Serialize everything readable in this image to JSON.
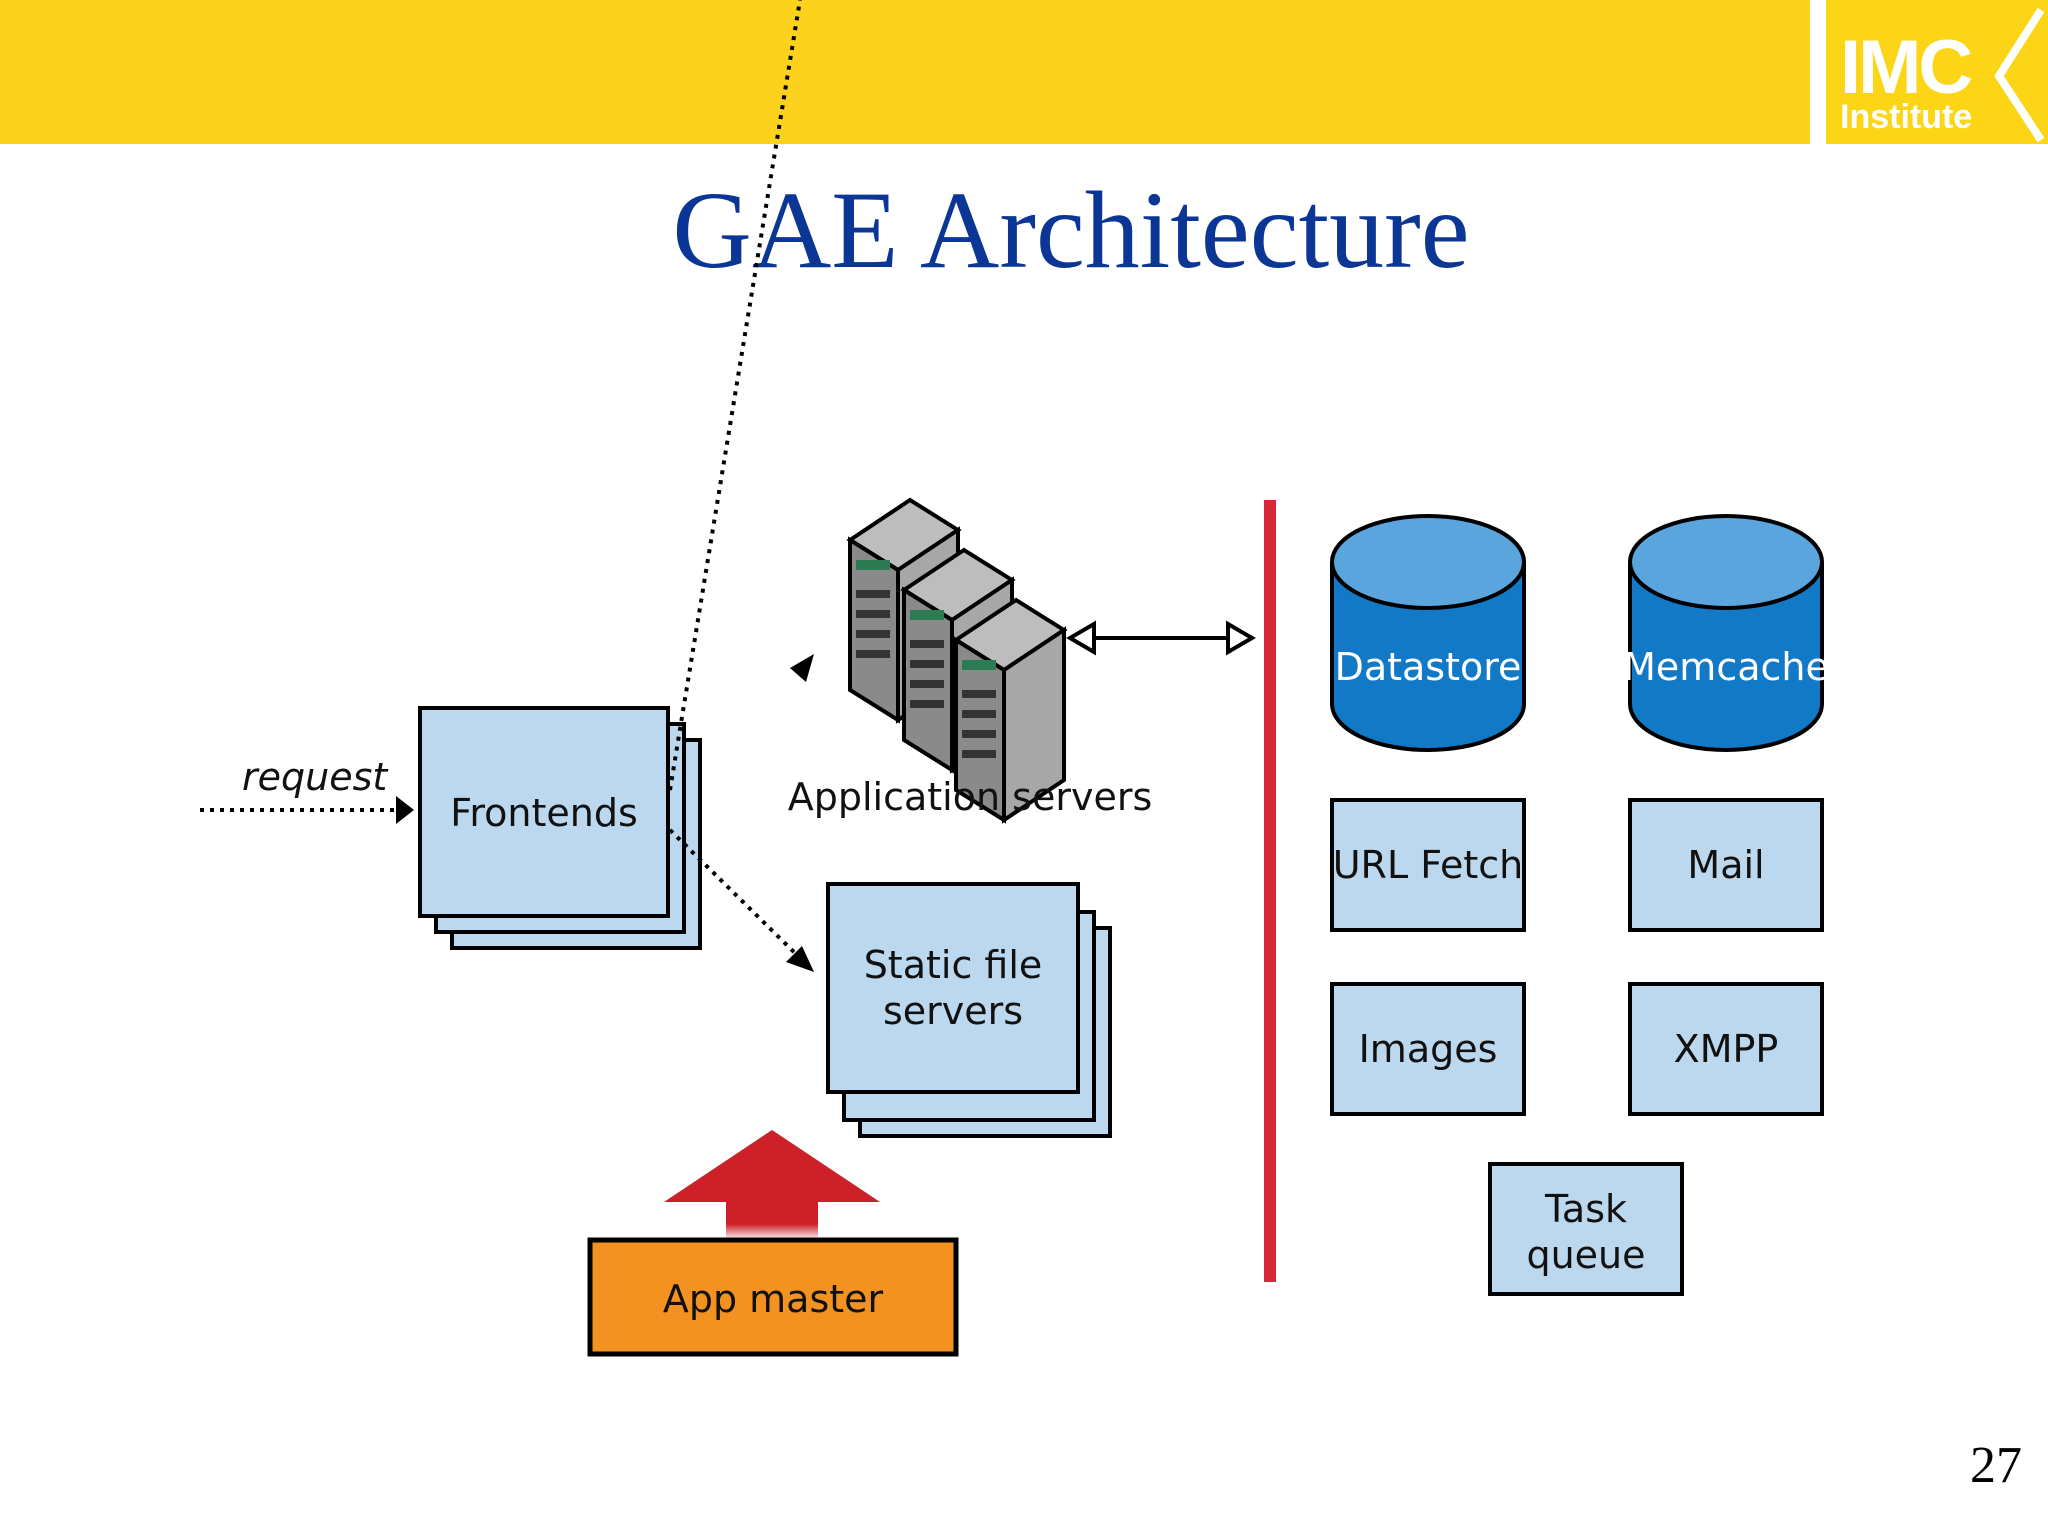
{
  "header": {
    "logo_main": "IMC",
    "logo_sub": "Institute"
  },
  "slide": {
    "title": "GAE Architecture",
    "page_number": "27"
  },
  "diagram": {
    "request_label": "request",
    "frontends": "Frontends",
    "app_servers": "Application servers",
    "static_servers_line1": "Static file",
    "static_servers_line2": "servers",
    "app_master": "App master",
    "datastore": "Datastore",
    "memcache": "Memcache",
    "url_fetch": "URL Fetch",
    "mail": "Mail",
    "images": "Images",
    "xmpp": "XMPP",
    "task_queue_line1": "Task",
    "task_queue_line2": "queue"
  },
  "colors": {
    "header_yellow": "#FDD21D",
    "title_blue": "#0C3695",
    "box_fill": "#BCD8EE",
    "cylinder_fill": "#1279C7",
    "app_master_fill": "#F39220",
    "divider_red": "#D7283A",
    "up_arrow_red": "#CC2028"
  }
}
